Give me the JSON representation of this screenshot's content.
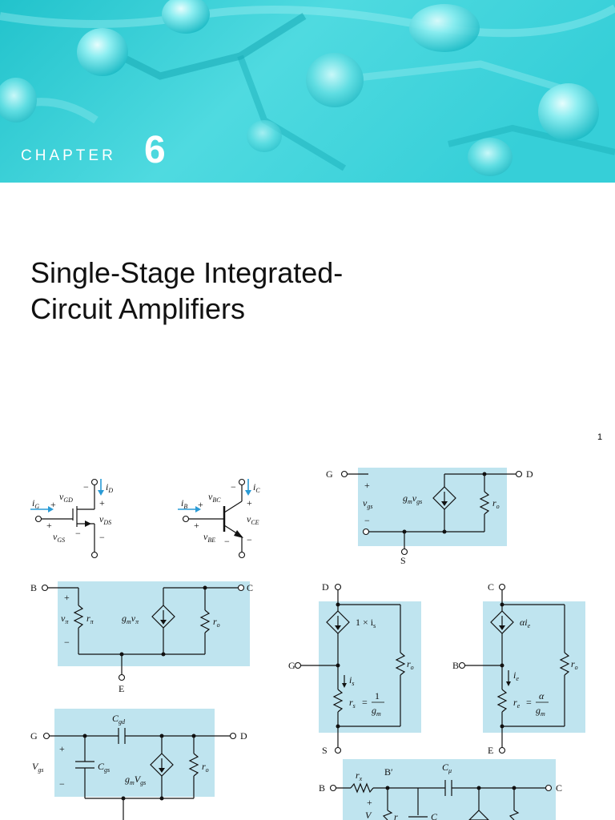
{
  "header": {
    "chapter_label": "CHAPTER",
    "chapter_number": "6",
    "colors": {
      "banner_dark": "#2bc6d0",
      "banner_light": "#9feef2"
    }
  },
  "title": {
    "line1": "Single-Stage Integrated-",
    "line2": "Circuit Amplifiers"
  },
  "page_number": "1",
  "figures": {
    "mosfet_symbol": {
      "iG": "i",
      "iG_sub": "G",
      "vGD": "v",
      "vGD_sub": "GD",
      "iD": "i",
      "iD_sub": "D",
      "vDS": "v",
      "vDS_sub": "DS",
      "vGS": "v",
      "vGS_sub": "GS",
      "plus": "+",
      "minus": "−"
    },
    "bjt_symbol": {
      "iB": "i",
      "iB_sub": "B",
      "vBC": "v",
      "vBC_sub": "BC",
      "iC": "i",
      "iC_sub": "C",
      "vCE": "v",
      "vCE_sub": "CE",
      "vBE": "v",
      "vBE_sub": "BE",
      "plus": "+",
      "minus": "−"
    },
    "mosfet_model": {
      "G": "G",
      "D": "D",
      "S": "S",
      "vgs": "v",
      "vgs_sub": "gs",
      "gm": "g",
      "gm_sub": "m",
      "v": "v",
      "v_sub": "gs",
      "ro": "r",
      "ro_sub": "o",
      "plus": "+",
      "minus": "−"
    },
    "bjt_hybrid_pi": {
      "B": "B",
      "C": "C",
      "E": "E",
      "vpi": "v",
      "vpi_sub": "π",
      "rpi": "r",
      "rpi_sub": "π",
      "gm": "g",
      "gm_sub": "m",
      "v": "v",
      "v_sub": "π",
      "ro": "r",
      "ro_sub": "o",
      "plus": "+",
      "minus": "−"
    },
    "mosfet_t_model": {
      "D": "D",
      "G": "G",
      "S": "S",
      "src": "1 × i",
      "src_sub": "s",
      "is": "i",
      "is_sub": "s",
      "rs": "r",
      "rs_sub": "s",
      "eq": "=",
      "num": "1",
      "den": "g",
      "den_sub": "m",
      "ro": "r",
      "ro_sub": "o"
    },
    "bjt_t_model": {
      "C": "C",
      "B": "B",
      "E": "E",
      "src": "αi",
      "src_sub": "e",
      "ie": "i",
      "ie_sub": "e",
      "re": "r",
      "re_sub": "e",
      "eq": "=",
      "num": "α",
      "den": "g",
      "den_sub": "m",
      "ro": "r",
      "ro_sub": "o"
    },
    "mosfet_hf_model": {
      "G": "G",
      "D": "D",
      "Cgd": "C",
      "Cgd_sub": "gd",
      "Vgs": "V",
      "Vgs_sub": "gs",
      "Cgs": "C",
      "Cgs_sub": "gs",
      "gm": "g",
      "gm_sub": "m",
      "V": "V",
      "V_sub": "gs",
      "ro": "r",
      "ro_sub": "o",
      "plus": "+",
      "minus": "−"
    },
    "bjt_hf_model": {
      "B": "B",
      "Bp": "B′",
      "C": "C",
      "rx": "r",
      "rx_sub": "x",
      "Cmu": "C",
      "Cmu_sub": "μ",
      "V": "V",
      "r": "r",
      "Cpi": "C",
      "plus": "+"
    }
  }
}
